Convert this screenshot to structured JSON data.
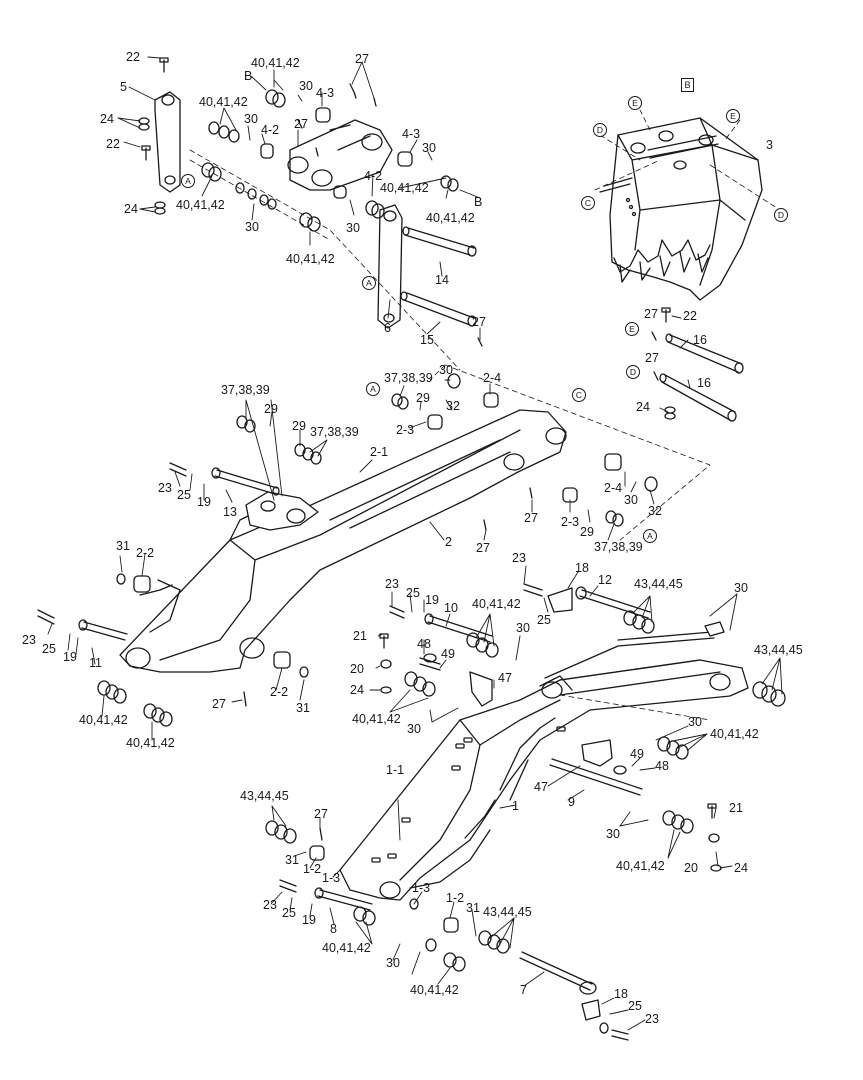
{
  "line_color": "#1a1a1a",
  "background": "#ffffff",
  "callouts": [
    {
      "id": "c1",
      "text": "22"
    },
    {
      "id": "c2",
      "text": "5"
    },
    {
      "id": "c3",
      "text": "24"
    },
    {
      "id": "c4",
      "text": "22"
    },
    {
      "id": "c5",
      "text": "24"
    },
    {
      "id": "c6",
      "text": "40,41,42"
    },
    {
      "id": "c7",
      "text": "B"
    },
    {
      "id": "c8",
      "text": "30"
    },
    {
      "id": "c9",
      "text": "4-3"
    },
    {
      "id": "c10",
      "text": "27"
    },
    {
      "id": "c11",
      "text": "40,41,42"
    },
    {
      "id": "c12",
      "text": "30"
    },
    {
      "id": "c13",
      "text": "4-2"
    },
    {
      "id": "c14",
      "text": "27"
    },
    {
      "id": "c15",
      "text": "40,41,42"
    },
    {
      "id": "c16",
      "text": "30"
    },
    {
      "id": "c17",
      "text": "4-3"
    },
    {
      "id": "c18",
      "text": "30"
    },
    {
      "id": "c19",
      "text": "4-2"
    },
    {
      "id": "c20",
      "text": "40,41,42"
    },
    {
      "id": "c21",
      "text": "B"
    },
    {
      "id": "c22",
      "text": "40,41,42"
    },
    {
      "id": "c23",
      "text": "30"
    },
    {
      "id": "c24",
      "text": "40,41,42"
    },
    {
      "id": "c25",
      "text": "14"
    },
    {
      "id": "c26",
      "text": "6"
    },
    {
      "id": "c27",
      "text": "15"
    },
    {
      "id": "c28",
      "text": "27"
    },
    {
      "id": "c29",
      "text": "3"
    },
    {
      "id": "c30",
      "text": "27"
    },
    {
      "id": "c31",
      "text": "22"
    },
    {
      "id": "c32",
      "text": "16"
    },
    {
      "id": "c33",
      "text": "27"
    },
    {
      "id": "c34",
      "text": "16"
    },
    {
      "id": "c35",
      "text": "24"
    },
    {
      "id": "c36",
      "text": "37,38,39"
    },
    {
      "id": "c37",
      "text": "30"
    },
    {
      "id": "c38",
      "text": "2-4"
    },
    {
      "id": "c39",
      "text": "29"
    },
    {
      "id": "c40",
      "text": "32"
    },
    {
      "id": "c41",
      "text": "2-3"
    },
    {
      "id": "c42",
      "text": "37,38,39"
    },
    {
      "id": "c43",
      "text": "29"
    },
    {
      "id": "c44",
      "text": "29"
    },
    {
      "id": "c45",
      "text": "37,38,39"
    },
    {
      "id": "c46",
      "text": "2-1"
    },
    {
      "id": "c47",
      "text": "23"
    },
    {
      "id": "c48",
      "text": "25"
    },
    {
      "id": "c49",
      "text": "19"
    },
    {
      "id": "c50",
      "text": "13"
    },
    {
      "id": "c51",
      "text": "2-4"
    },
    {
      "id": "c52",
      "text": "30"
    },
    {
      "id": "c53",
      "text": "32"
    },
    {
      "id": "c54",
      "text": "2-3"
    },
    {
      "id": "c55",
      "text": "29"
    },
    {
      "id": "c56",
      "text": "37,38,39"
    },
    {
      "id": "c57",
      "text": "27"
    },
    {
      "id": "c58",
      "text": "2"
    },
    {
      "id": "c59",
      "text": "27"
    },
    {
      "id": "c60",
      "text": "31"
    },
    {
      "id": "c61",
      "text": "2-2"
    },
    {
      "id": "c62",
      "text": "23"
    },
    {
      "id": "c63",
      "text": "25"
    },
    {
      "id": "c64",
      "text": "19"
    },
    {
      "id": "c65",
      "text": "11"
    },
    {
      "id": "c66",
      "text": "40,41,42"
    },
    {
      "id": "c67",
      "text": "40,41,42"
    },
    {
      "id": "c68",
      "text": "27"
    },
    {
      "id": "c69",
      "text": "2-2"
    },
    {
      "id": "c70",
      "text": "31"
    },
    {
      "id": "c71",
      "text": "23"
    },
    {
      "id": "c72",
      "text": "25"
    },
    {
      "id": "c73",
      "text": "19"
    },
    {
      "id": "c74",
      "text": "10"
    },
    {
      "id": "c75",
      "text": "40,41,42"
    },
    {
      "id": "c76",
      "text": "30"
    },
    {
      "id": "c77",
      "text": "21"
    },
    {
      "id": "c78",
      "text": "48"
    },
    {
      "id": "c79",
      "text": "49"
    },
    {
      "id": "c80",
      "text": "20"
    },
    {
      "id": "c81",
      "text": "24"
    },
    {
      "id": "c82",
      "text": "47"
    },
    {
      "id": "c83",
      "text": "40,41,42"
    },
    {
      "id": "c84",
      "text": "30"
    },
    {
      "id": "c85",
      "text": "23"
    },
    {
      "id": "c86",
      "text": "18"
    },
    {
      "id": "c87",
      "text": "12"
    },
    {
      "id": "c88",
      "text": "25"
    },
    {
      "id": "c89",
      "text": "43,44,45"
    },
    {
      "id": "c90",
      "text": "30"
    },
    {
      "id": "c91",
      "text": "43,44,45"
    },
    {
      "id": "c92",
      "text": "30"
    },
    {
      "id": "c93",
      "text": "40,41,42"
    },
    {
      "id": "c94",
      "text": "49"
    },
    {
      "id": "c95",
      "text": "48"
    },
    {
      "id": "c96",
      "text": "47"
    },
    {
      "id": "c97",
      "text": "9"
    },
    {
      "id": "c98",
      "text": "1"
    },
    {
      "id": "c99",
      "text": "1-1"
    },
    {
      "id": "c100",
      "text": "21"
    },
    {
      "id": "c101",
      "text": "30"
    },
    {
      "id": "c102",
      "text": "40,41,42"
    },
    {
      "id": "c103",
      "text": "20"
    },
    {
      "id": "c104",
      "text": "24"
    },
    {
      "id": "c105",
      "text": "43,44,45"
    },
    {
      "id": "c106",
      "text": "27"
    },
    {
      "id": "c107",
      "text": "31"
    },
    {
      "id": "c108",
      "text": "1-2"
    },
    {
      "id": "c109",
      "text": "1-3"
    },
    {
      "id": "c110",
      "text": "23"
    },
    {
      "id": "c111",
      "text": "25"
    },
    {
      "id": "c112",
      "text": "19"
    },
    {
      "id": "c113",
      "text": "8"
    },
    {
      "id": "c114",
      "text": "40,41,42"
    },
    {
      "id": "c115",
      "text": "1-3"
    },
    {
      "id": "c116",
      "text": "1-2"
    },
    {
      "id": "c117",
      "text": "31"
    },
    {
      "id": "c118",
      "text": "43,44,45"
    },
    {
      "id": "c119",
      "text": "30"
    },
    {
      "id": "c120",
      "text": "40,41,42"
    },
    {
      "id": "c121",
      "text": "7"
    },
    {
      "id": "c122",
      "text": "18"
    },
    {
      "id": "c123",
      "text": "25"
    },
    {
      "id": "c124",
      "text": "23"
    }
  ],
  "reference_markers": [
    {
      "id": "m1",
      "text": "A"
    },
    {
      "id": "m2",
      "text": "A"
    },
    {
      "id": "m3",
      "text": "A"
    },
    {
      "id": "m4",
      "text": "A"
    },
    {
      "id": "m5",
      "text": "B"
    },
    {
      "id": "m6",
      "text": "C"
    },
    {
      "id": "m7",
      "text": "C"
    },
    {
      "id": "m8",
      "text": "D"
    },
    {
      "id": "m9",
      "text": "D"
    },
    {
      "id": "m10",
      "text": "D"
    },
    {
      "id": "m11",
      "text": "E"
    },
    {
      "id": "m12",
      "text": "E"
    },
    {
      "id": "m13",
      "text": "E"
    }
  ]
}
